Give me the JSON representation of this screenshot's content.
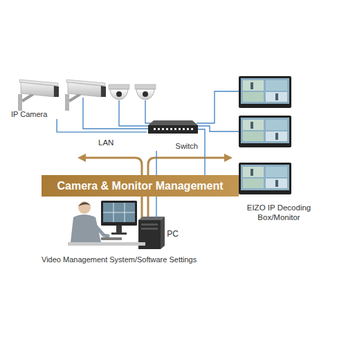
{
  "diagram": {
    "nodes": [
      {
        "text": [
          "IP Camera"
        ]
      },
      {
        "text": [
          "Switch"
        ]
      },
      {
        "text": [
          "EIZO IP Decoding Box/Monitor"
        ]
      },
      {
        "text": [
          "Camera & Monitor Management"
        ]
      },
      {
        "text": [
          "PC"
        ]
      }
    ],
    "edges": [
      {
        "from": 0,
        "to": 1,
        "arrow": "none"
      },
      {
        "from": 1,
        "to": 2,
        "arrow": "none"
      },
      {
        "from": 1,
        "to": 4,
        "arrow": "none"
      }
    ],
    "labels": [
      "LAN",
      "Video Management System/Software Settings"
    ]
  }
}
